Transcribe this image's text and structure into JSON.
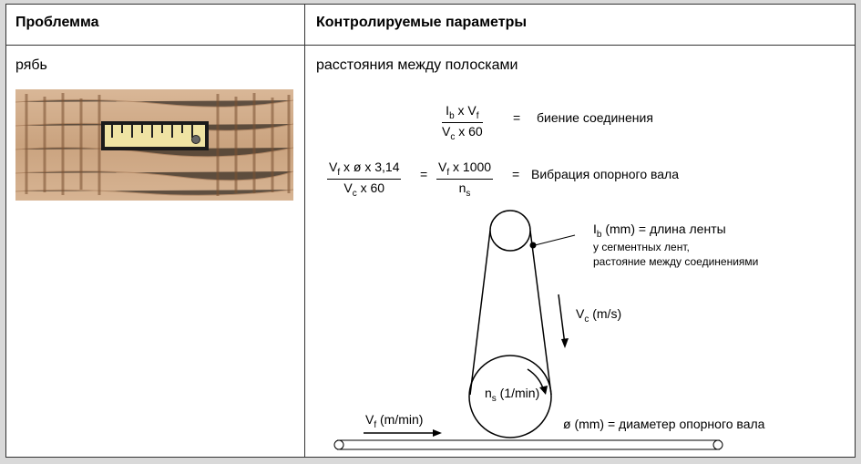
{
  "header": {
    "problem": "Проблемма",
    "parameters": "Контролируемые параметры"
  },
  "row": {
    "problem": "рябь",
    "parameters": "расстояния между полосками"
  },
  "formula1": {
    "num_a": "I",
    "num_a_sub": "b",
    "num_b": " x V",
    "num_b_sub": "f",
    "den_a": "V",
    "den_a_sub": "c",
    "den_b": " x 60",
    "eq": "=",
    "result": "биение соединения"
  },
  "formula2": {
    "left_num": "V",
    "left_num_sub": "f",
    "left_num_rest": " x ø x 3,14",
    "left_den": "V",
    "left_den_sub": "c",
    "left_den_rest": " x 60",
    "eq1": "=",
    "mid_num": "V",
    "mid_num_sub": "f",
    "mid_num_rest": " x 1000",
    "mid_den": "n",
    "mid_den_sub": "s",
    "eq2": "=",
    "result": "Вибрация опорного вала"
  },
  "diagram": {
    "lb_label": "I",
    "lb_sub": "b",
    "lb_rest": " (mm) =  длина ленты",
    "lb_note1": "у сегментных лент,",
    "lb_note2": "растояние между соединениями",
    "vc": "V",
    "vc_sub": "c",
    "vc_rest": " (m/s)",
    "ns": "n",
    "ns_sub": "s",
    "ns_rest": " (1/min)",
    "vf": "V",
    "vf_sub": "f",
    "vf_rest": " (m/min)",
    "dia": "ø (mm) =  диаметер опорного вала"
  }
}
